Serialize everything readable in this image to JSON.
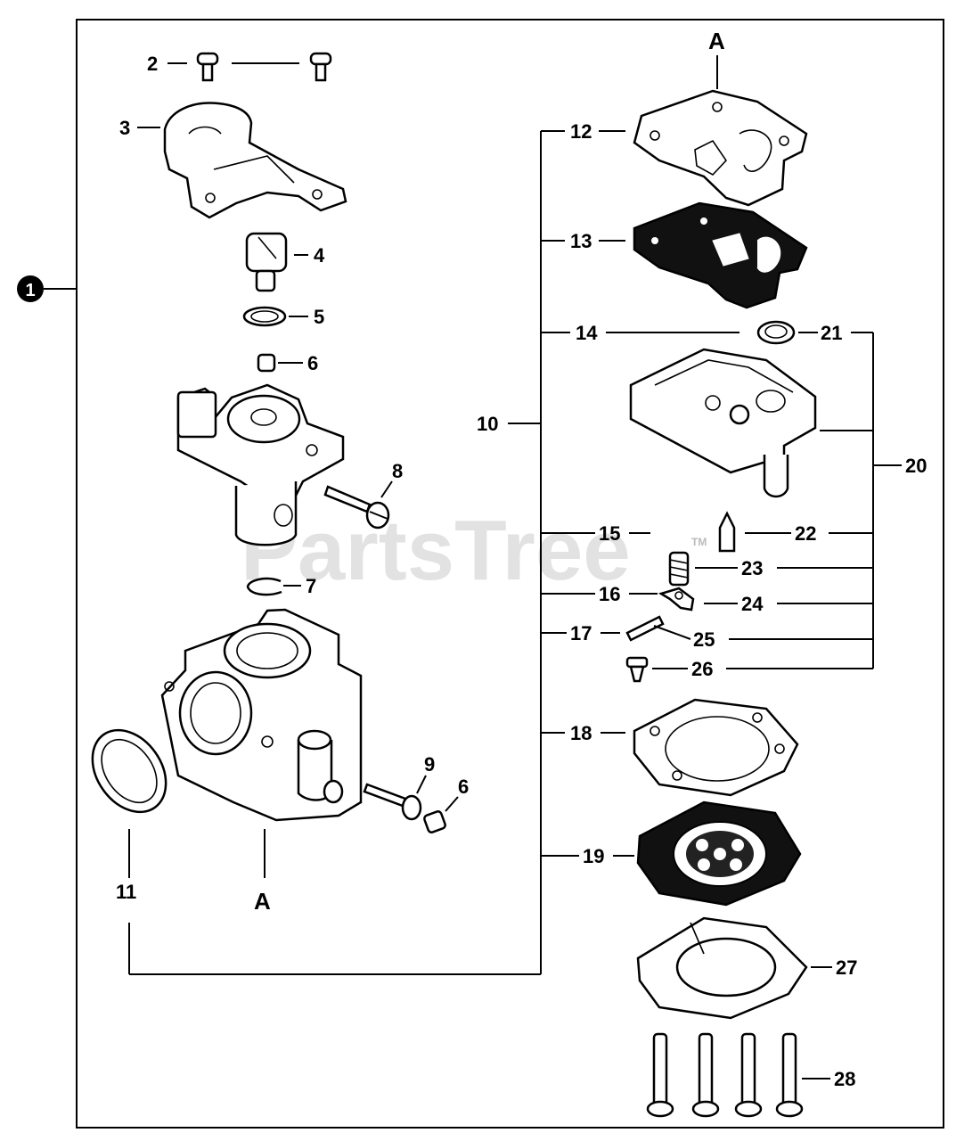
{
  "diagram": {
    "kit_callout": "1",
    "callouts": {
      "c2": "2",
      "c3": "3",
      "c4": "4",
      "c5": "5",
      "c6a": "6",
      "c6b": "6",
      "c7": "7",
      "c8": "8",
      "c9": "9",
      "c10": "10",
      "c11": "11",
      "c12": "12",
      "c13": "13",
      "c14": "14",
      "c15": "15",
      "c16": "16",
      "c17": "17",
      "c18": "18",
      "c19": "19",
      "c20": "20",
      "c21": "21",
      "c22": "22",
      "c23": "23",
      "c24": "24",
      "c25": "25",
      "c26": "26",
      "c27": "27",
      "c28": "28"
    },
    "ref_top": "A",
    "ref_bottom": "A",
    "watermark": "PartsTree",
    "trademark": "TM"
  }
}
